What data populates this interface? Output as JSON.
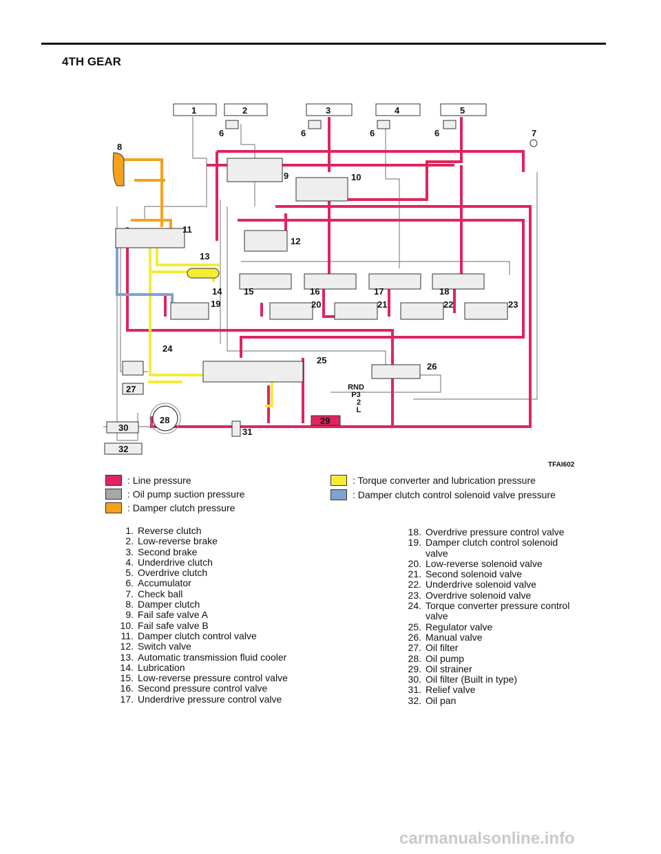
{
  "page": {
    "title": "4TH GEAR",
    "figure_code": "TFAI602",
    "watermark": "carmanualsonline.info"
  },
  "colors": {
    "line_pressure": "#e0245e",
    "oil_pump_suction": "#a7a7a7",
    "damper_clutch": "#f5a11c",
    "torque_converter": "#f5ec36",
    "damper_solenoid": "#7fa2cf"
  },
  "legend": [
    {
      "label": ": Line pressure",
      "color": "#e0245e"
    },
    {
      "label": ": Oil pump suction pressure",
      "color": "#a7a7a7"
    },
    {
      "label": ": Damper clutch pressure",
      "color": "#f5a11c"
    },
    {
      "label": ": Torque converter and lubrication pressure",
      "color": "#f5ec36"
    },
    {
      "label": ": Damper clutch control solenoid valve pressure",
      "color": "#7fa2cf"
    }
  ],
  "parts_left": [
    {
      "num": "1.",
      "label": "Reverse clutch"
    },
    {
      "num": "2.",
      "label": "Low-reverse brake"
    },
    {
      "num": "3.",
      "label": "Second brake"
    },
    {
      "num": "4.",
      "label": "Underdrive clutch"
    },
    {
      "num": "5.",
      "label": "Overdrive clutch"
    },
    {
      "num": "6.",
      "label": "Accumulator"
    },
    {
      "num": "7.",
      "label": "Check ball"
    },
    {
      "num": "8.",
      "label": "Damper clutch"
    },
    {
      "num": "9.",
      "label": "Fail safe valve A"
    },
    {
      "num": "10.",
      "label": "Fail safe valve B"
    },
    {
      "num": "11.",
      "label": "Damper clutch control valve"
    },
    {
      "num": "12.",
      "label": "Switch valve"
    },
    {
      "num": "13.",
      "label": "Automatic transmission fluid cooler"
    },
    {
      "num": "14.",
      "label": "Lubrication"
    },
    {
      "num": "15.",
      "label": "Low-reverse pressure control valve"
    },
    {
      "num": "16.",
      "label": "Second pressure control valve"
    },
    {
      "num": "17.",
      "label": "Underdrive pressure control valve"
    }
  ],
  "parts_right": [
    {
      "num": "18.",
      "label": "Overdrive pressure control valve"
    },
    {
      "num": "19.",
      "label": "Damper clutch control solenoid"
    },
    {
      "num": "",
      "label": "valve"
    },
    {
      "num": "20.",
      "label": "Low-reverse solenoid valve"
    },
    {
      "num": "21.",
      "label": "Second solenoid valve"
    },
    {
      "num": "22.",
      "label": "Underdrive solenoid valve"
    },
    {
      "num": "23.",
      "label": "Overdrive solenoid valve"
    },
    {
      "num": "24.",
      "label": "Torque converter pressure control"
    },
    {
      "num": "",
      "label": "valve"
    },
    {
      "num": "25.",
      "label": "Regulator valve"
    },
    {
      "num": "26.",
      "label": "Manual valve"
    },
    {
      "num": "27.",
      "label": "Oil filter"
    },
    {
      "num": "28.",
      "label": "Oil pump"
    },
    {
      "num": "29.",
      "label": "Oil strainer"
    },
    {
      "num": "30.",
      "label": "Oil filter (Built in type)"
    },
    {
      "num": "31.",
      "label": "Relief valve"
    },
    {
      "num": "32.",
      "label": "Oil pan"
    }
  ],
  "diagram": {
    "clutch_boxes": [
      "1",
      "2",
      "3",
      "4",
      "5"
    ],
    "accumulator": "6",
    "callouts": [
      "7",
      "8",
      "9",
      "10",
      "11",
      "12",
      "13",
      "14",
      "15",
      "16",
      "17",
      "18",
      "19",
      "20",
      "21",
      "22",
      "23",
      "24",
      "25",
      "26",
      "27",
      "28",
      "29",
      "30",
      "31",
      "32"
    ],
    "shift_positions": [
      "RND",
      "P3",
      "2",
      "L"
    ]
  }
}
